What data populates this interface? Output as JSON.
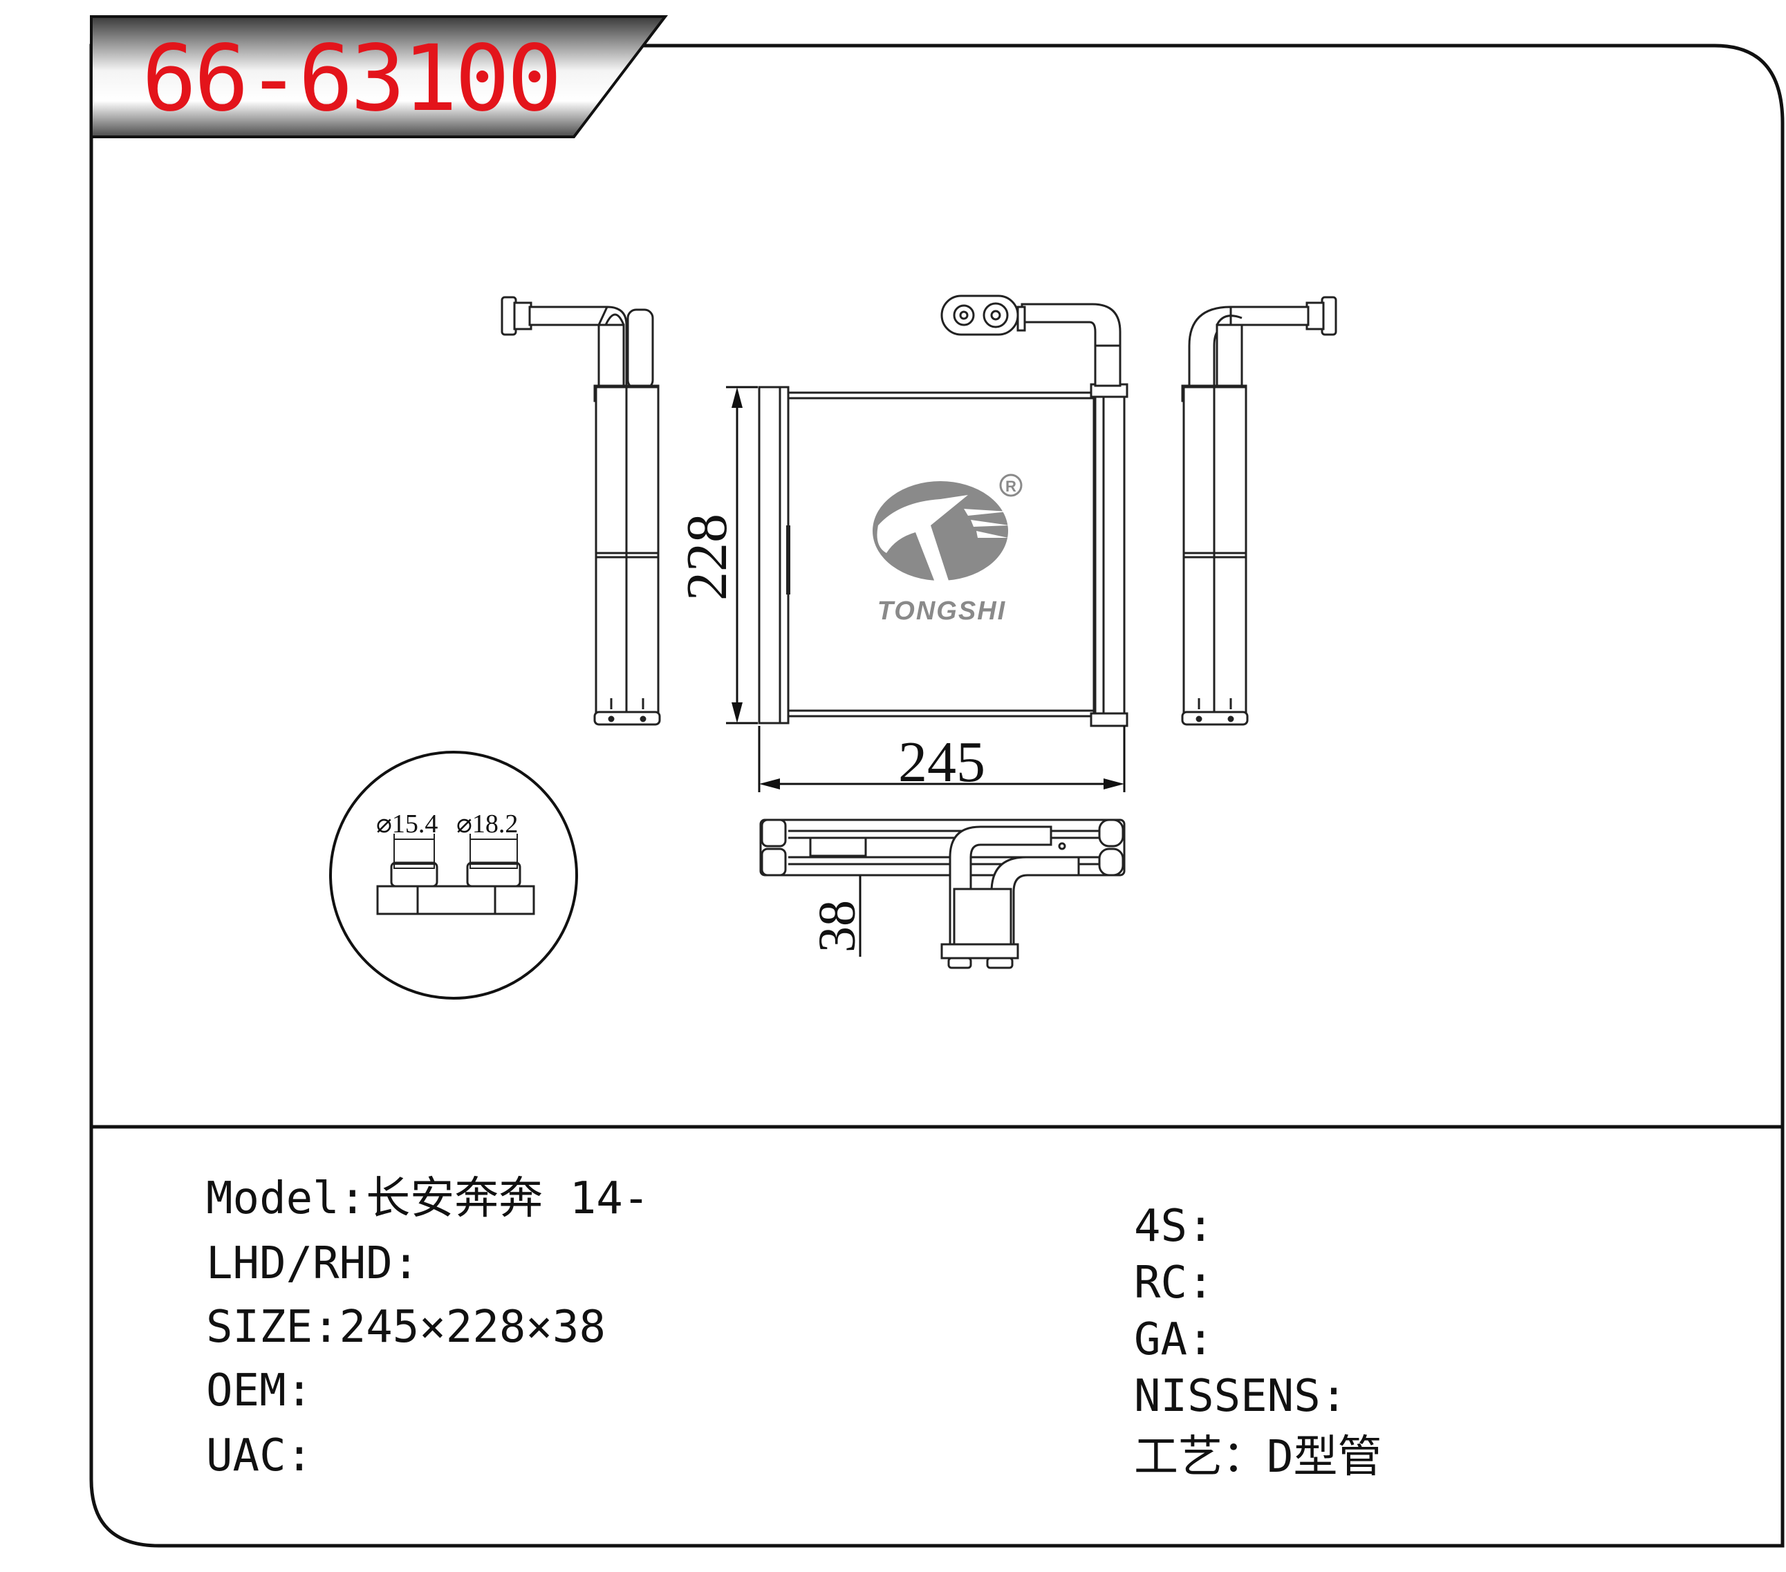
{
  "part_number": "66-63100",
  "brand": {
    "name": "TONGSHI",
    "registered_mark": "R"
  },
  "drawing": {
    "dim_width": "245",
    "dim_height": "228",
    "dim_depth": "38",
    "pipe_dia_1": "⌀15.4",
    "pipe_dia_2": "⌀18.2"
  },
  "info_left": {
    "model": "Model:长安奔奔 14-",
    "lhd_rhd": "LHD/RHD:",
    "size": "SIZE:245×228×38",
    "oem": "OEM:",
    "uac": "UAC:"
  },
  "info_right": {
    "s4": "4S:",
    "rc": "RC:",
    "ga": "GA:",
    "nissens": "NISSENS:",
    "process": "工艺：D型管"
  },
  "colors": {
    "part_number": "#e3141b",
    "logo_gray": "#8a8a8a",
    "line": "#111111"
  }
}
